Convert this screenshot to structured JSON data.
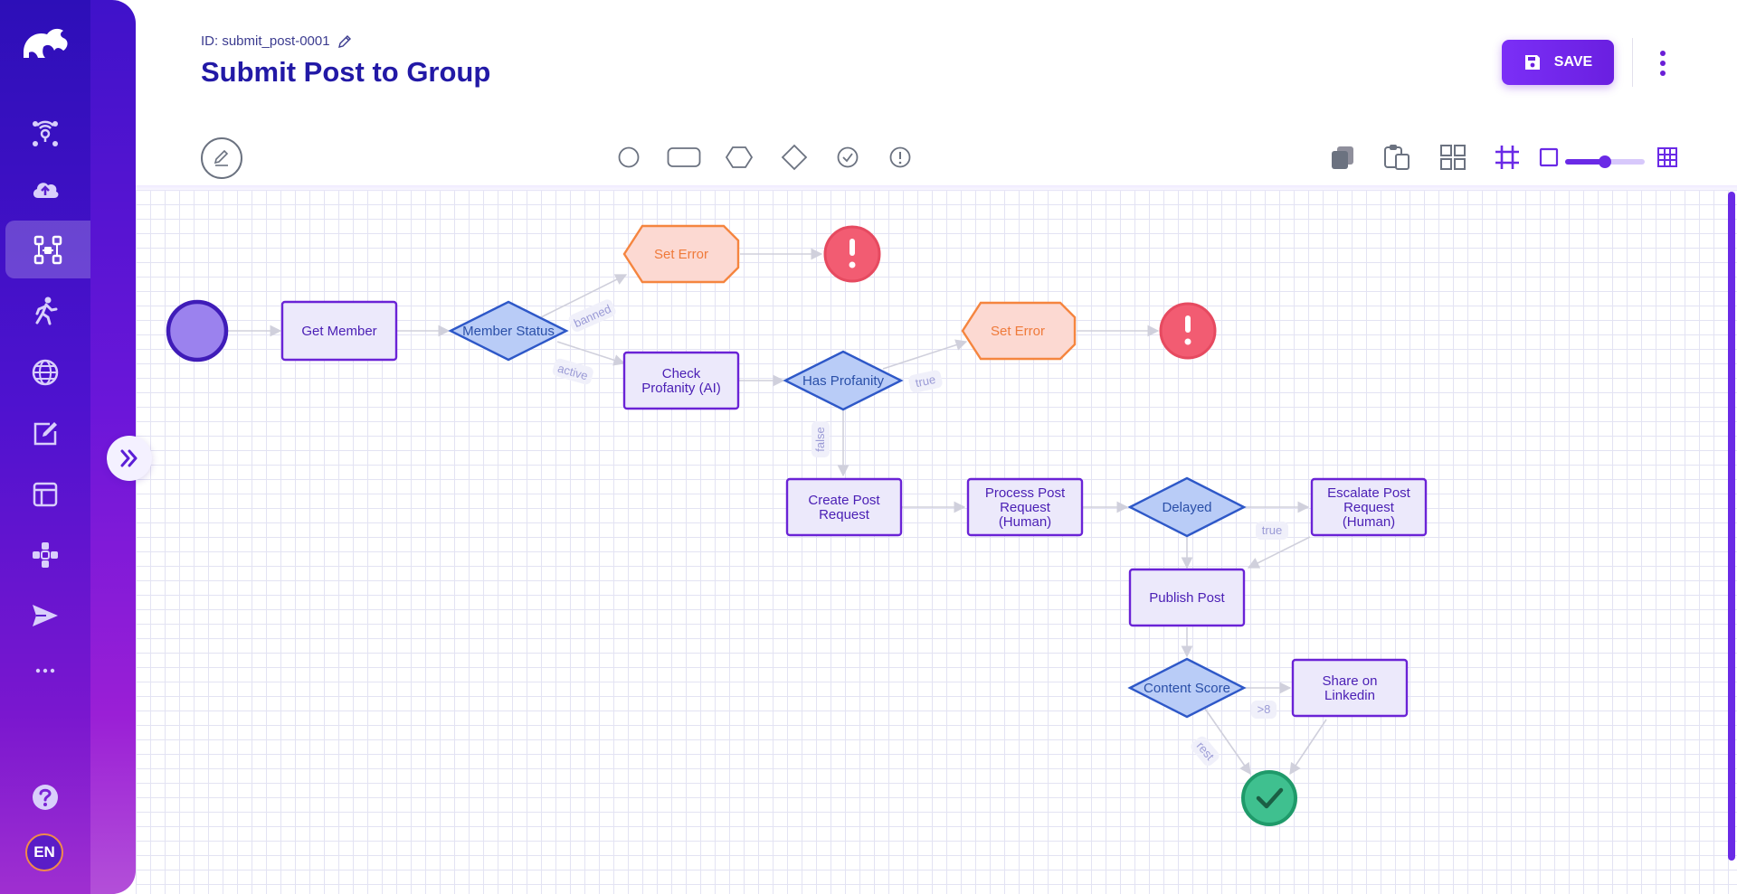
{
  "header": {
    "flow_id": "ID: submit_post-0001",
    "title": "Submit Post to Group",
    "save_label": "SAVE"
  },
  "sidebar": {
    "items": [
      {
        "name": "connections",
        "icon": "signal-hub-icon"
      },
      {
        "name": "upload",
        "icon": "cloud-upload-icon"
      },
      {
        "name": "flows",
        "icon": "flow-diagram-icon",
        "active": true
      },
      {
        "name": "activities",
        "icon": "runner-icon"
      },
      {
        "name": "globe",
        "icon": "globe-icon"
      },
      {
        "name": "editor",
        "icon": "edit-note-icon"
      },
      {
        "name": "layouts",
        "icon": "layout-icon"
      },
      {
        "name": "integrations",
        "icon": "nodes-icon"
      },
      {
        "name": "send",
        "icon": "send-icon"
      },
      {
        "name": "more",
        "icon": "more-dots-icon"
      }
    ],
    "help_icon": "help-icon",
    "language": "EN"
  },
  "toolbar": {
    "shapes": [
      "circle-tool",
      "rectangle-tool",
      "hexagon-tool",
      "diamond-tool",
      "success-tool",
      "error-tool"
    ],
    "right_tools": [
      "copy-icon",
      "paste-icon",
      "grid-layout-icon",
      "snap-grid-icon"
    ],
    "zoom_level": 0.5
  },
  "colors": {
    "brand": "#6a1fe0",
    "task_fill": "#ece9fb",
    "task_stroke": "#6a23d6",
    "decision_fill": "#b9ccf7",
    "decision_stroke": "#2e58c8",
    "error_fill": "#fcd9d2",
    "error_stroke": "#f5853f",
    "end_error": "#f25c72",
    "end_success": "#3fc08f"
  },
  "diagram": {
    "nodes": {
      "start": "",
      "get_member": "Get Member",
      "member_status": "Member Status",
      "set_error_1": "Set Error",
      "check_profanity_1": "Check",
      "check_profanity_2": "Profanity (AI)",
      "has_profanity": "Has Profanity",
      "set_error_2": "Set Error",
      "create_post_1": "Create Post",
      "create_post_2": "Request",
      "process_post_1": "Process Post",
      "process_post_2": "Request",
      "process_post_3": "(Human)",
      "delayed": "Delayed",
      "escalate_1": "Escalate Post",
      "escalate_2": "Request",
      "escalate_3": "(Human)",
      "publish_post": "Publish Post",
      "content_score": "Content Score",
      "share_1": "Share on",
      "share_2": "Linkedin"
    },
    "edge_labels": {
      "banned": "banned",
      "active": "active",
      "true_1": "true",
      "false_1": "false",
      "true_2": "true",
      "gt8": ">8",
      "rest": "rest"
    }
  }
}
